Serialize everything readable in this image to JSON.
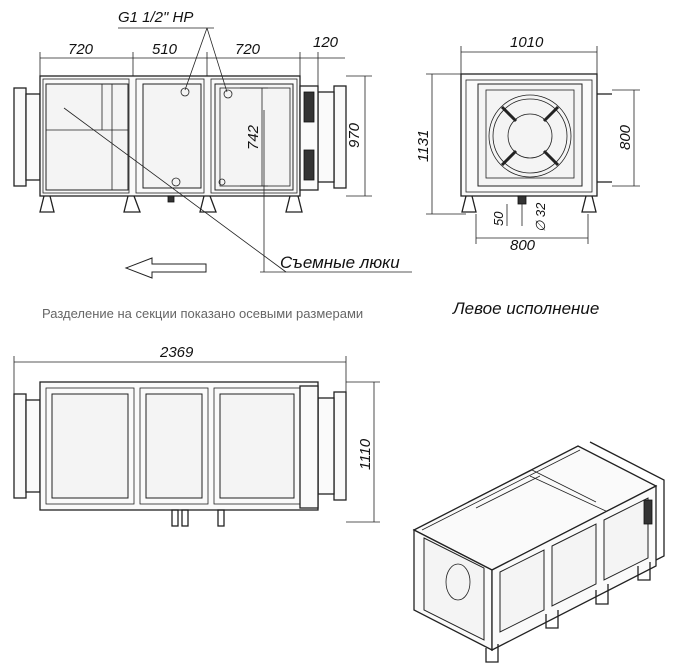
{
  "drawing": {
    "pipe_label": "G1 1/2\" НР",
    "hatch_label": "Съемные люки",
    "section_note": "Разделение на секции показано осевыми размерами",
    "view_label": "Левое исполнение",
    "side_view": {
      "dim_section_1": "720",
      "dim_section_2": "510",
      "dim_section_3": "720",
      "dim_connector": "120",
      "dim_hatch_height": "742",
      "dim_height": "970"
    },
    "front_view": {
      "dim_width": "1010",
      "dim_overall_height": "1131",
      "dim_fan_height": "800",
      "dim_fan_width": "800",
      "dim_drain_offset": "50",
      "dim_drain_diameter": "∅ 32"
    },
    "top_view": {
      "dim_length": "2369",
      "dim_depth": "1110"
    }
  }
}
